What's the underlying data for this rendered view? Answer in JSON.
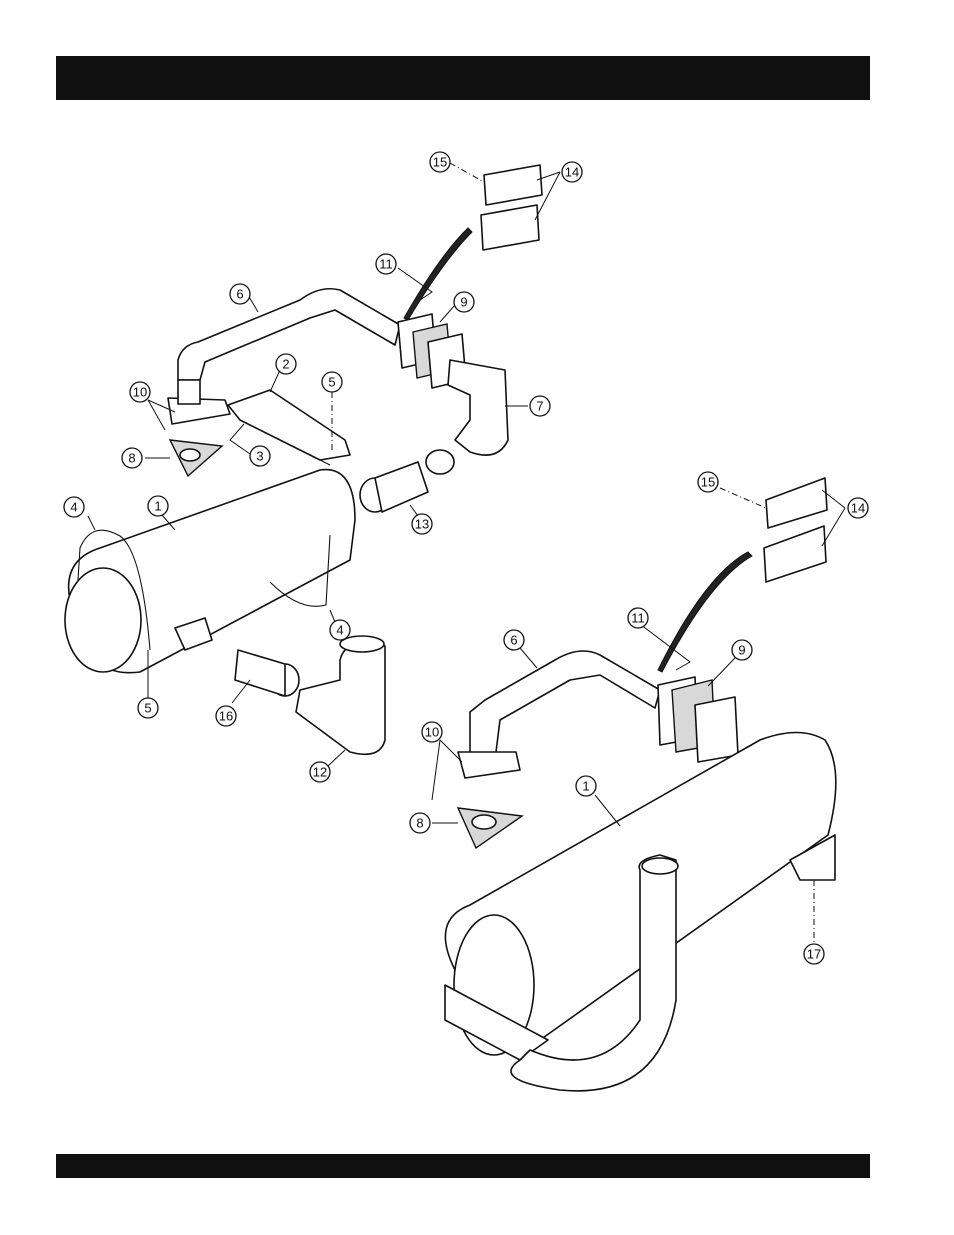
{
  "header": {
    "text": ""
  },
  "footer": {
    "text": ""
  },
  "callouts": [
    {
      "label": "15"
    },
    {
      "label": "14"
    },
    {
      "label": "11"
    },
    {
      "label": "6"
    },
    {
      "label": "9"
    },
    {
      "label": "2"
    },
    {
      "label": "5"
    },
    {
      "label": "10"
    },
    {
      "label": "7"
    },
    {
      "label": "8"
    },
    {
      "label": "3"
    },
    {
      "label": "4"
    },
    {
      "label": "1"
    },
    {
      "label": "13"
    },
    {
      "label": "4"
    },
    {
      "label": "5"
    },
    {
      "label": "16"
    },
    {
      "label": "12"
    },
    {
      "label": "15"
    },
    {
      "label": "14"
    },
    {
      "label": "11"
    },
    {
      "label": "6"
    },
    {
      "label": "9"
    },
    {
      "label": "10"
    },
    {
      "label": "8"
    },
    {
      "label": "1"
    },
    {
      "label": "17"
    }
  ]
}
